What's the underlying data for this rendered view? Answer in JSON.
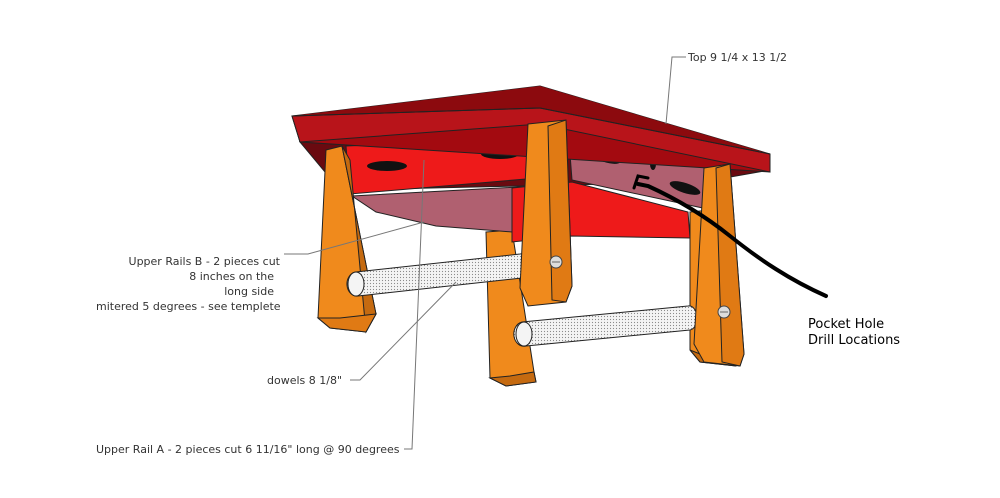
{
  "labels": {
    "top": "Top 9 1/4 x 13 1/2",
    "rails_b": [
      "Upper Rails B - 2 pieces cut",
      "8 inches on the",
      "long side",
      "mitered 5 degrees - see templete"
    ],
    "dowels": "dowels 8 1/8\"",
    "rail_a": "Upper Rail A - 2 pieces cut 6 11/16\" long @ 90 degrees",
    "pocket": [
      "Pocket Hole",
      "Drill Locations"
    ]
  },
  "colors": {
    "top": "#a30a10",
    "top_edge": "#7d0608",
    "rail_red": "#ee1a1a",
    "rail_pink": "#b06070",
    "leg": "#f08a1c",
    "leg_shadow": "#c56a10",
    "dowel": "#f2f2f2"
  }
}
